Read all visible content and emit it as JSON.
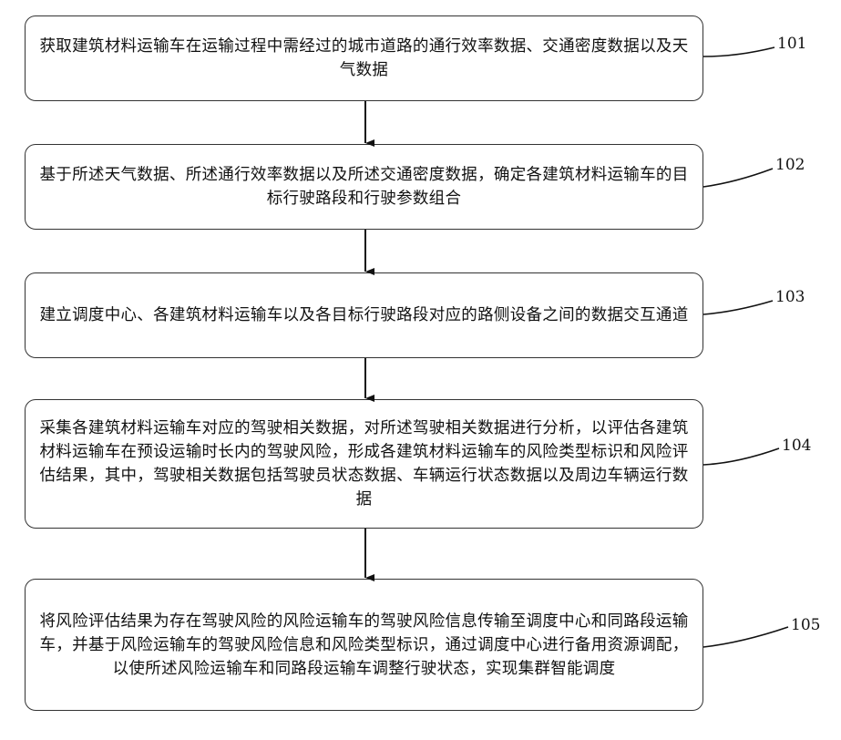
{
  "steps": [
    {
      "id": "101",
      "text": "获取建筑材料运输车在运输过程中需经过的城市道路的通行效率数据、交通密度数据以及天气数据"
    },
    {
      "id": "102",
      "text": "基于所述天气数据、所述通行效率数据以及所述交通密度数据，确定各建筑材料运输车的目标行驶路段和行驶参数组合"
    },
    {
      "id": "103",
      "text": "建立调度中心、各建筑材料运输车以及各目标行驶路段对应的路侧设备之间的数据交互通道"
    },
    {
      "id": "104",
      "text": "采集各建筑材料运输车对应的驾驶相关数据，对所述驾驶相关数据进行分析，以评估各建筑材料运输车在预设运输时长内的驾驶风险，形成各建筑材料运输车的风险类型标识和风险评估结果，其中，驾驶相关数据包括驾驶员状态数据、车辆运行状态数据以及周边车辆运行数据"
    },
    {
      "id": "105",
      "text": "将风险评估结果为存在驾驶风险的风险运输车的驾驶风险信息传输至调度中心和同路段运输车，并基于风险运输车的驾驶风险信息和风险类型标识，通过调度中心进行备用资源调配，以使所述风险运输车和同路段运输车调整行驶状态，实现集群智能调度"
    }
  ]
}
